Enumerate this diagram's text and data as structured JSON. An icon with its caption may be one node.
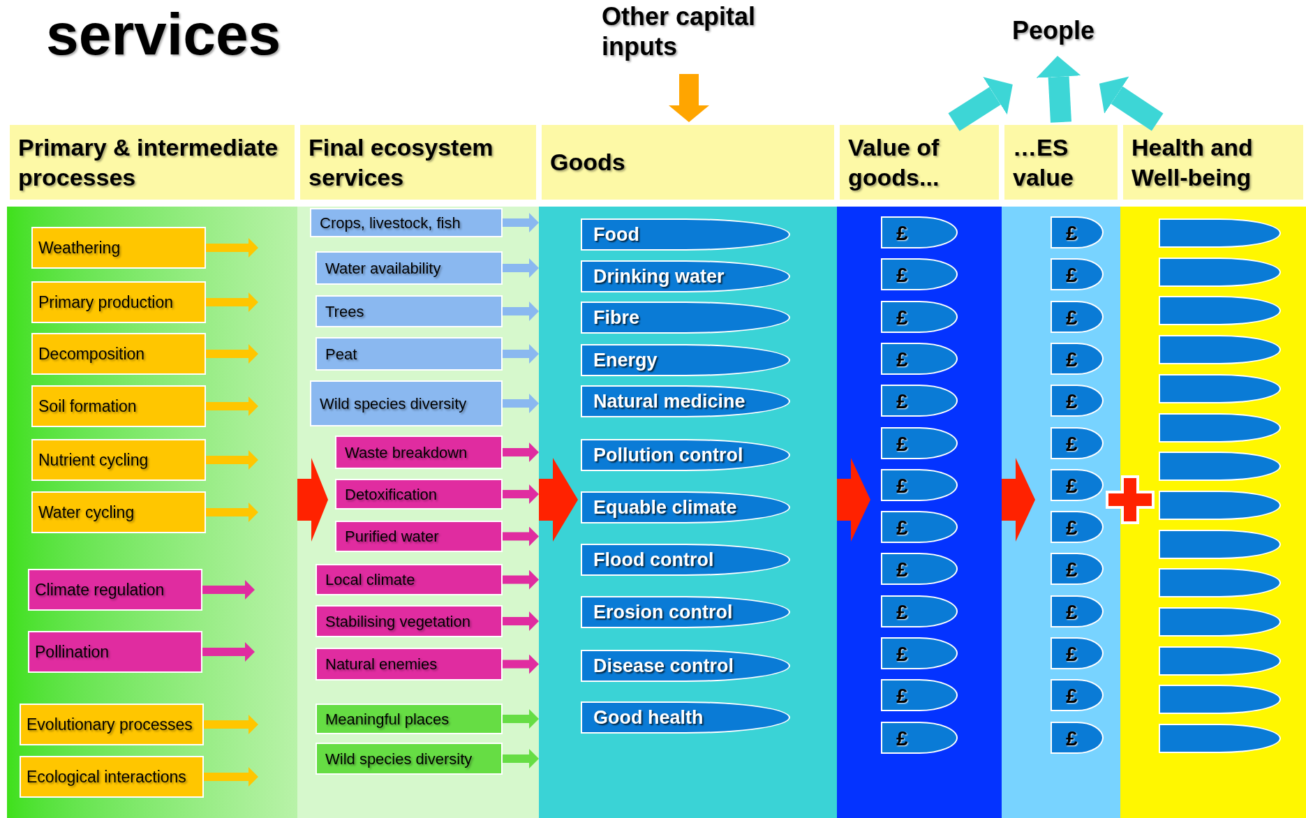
{
  "diagram": {
    "title": "services",
    "nodes": [
      {
        "text": [
          "Primary & intermediate processes"
        ]
      },
      {
        "text": [
          "Weathering"
        ],
        "in": 0
      },
      {
        "text": [
          "Primary production"
        ],
        "in": 0
      },
      {
        "text": [
          "Decomposition"
        ],
        "in": 0
      },
      {
        "text": [
          "Soil formation"
        ],
        "in": 0
      },
      {
        "text": [
          "Nutrient cycling"
        ],
        "in": 0
      },
      {
        "text": [
          "Water cycling"
        ],
        "in": 0
      },
      {
        "text": [
          "Climate regulation"
        ],
        "in": 0
      },
      {
        "text": [
          "Pollination"
        ],
        "in": 0
      },
      {
        "text": [
          "Evolutionary processes"
        ],
        "in": 0
      },
      {
        "text": [
          "Ecological interactions"
        ],
        "in": 0
      },
      {
        "text": [
          "Final ecosystem services"
        ]
      },
      {
        "text": [
          "Crops, livestock, fish"
        ],
        "in": 11
      },
      {
        "text": [
          "Water availability"
        ],
        "in": 11
      },
      {
        "text": [
          "Trees"
        ],
        "in": 11
      },
      {
        "text": [
          "Peat"
        ],
        "in": 11
      },
      {
        "text": [
          "Wild species diversity"
        ],
        "in": 11
      },
      {
        "text": [
          "Waste breakdown"
        ],
        "in": 11
      },
      {
        "text": [
          "Detoxification"
        ],
        "in": 11
      },
      {
        "text": [
          "Purified water"
        ],
        "in": 11
      },
      {
        "text": [
          "Local climate"
        ],
        "in": 11
      },
      {
        "text": [
          "Stabilising vegetation"
        ],
        "in": 11
      },
      {
        "text": [
          "Natural enemies"
        ],
        "in": 11
      },
      {
        "text": [
          "Meaningful places"
        ],
        "in": 11
      },
      {
        "text": [
          "Wild species diversity"
        ],
        "in": 11
      },
      {
        "text": [
          "Goods"
        ]
      },
      {
        "text": [
          "Food"
        ],
        "in": 25
      },
      {
        "text": [
          "Drinking water"
        ],
        "in": 25
      },
      {
        "text": [
          "Fibre"
        ],
        "in": 25
      },
      {
        "text": [
          "Energy"
        ],
        "in": 25
      },
      {
        "text": [
          "Natural medicine"
        ],
        "in": 25
      },
      {
        "text": [
          "Pollution control"
        ],
        "in": 25
      },
      {
        "text": [
          "Equable climate"
        ],
        "in": 25
      },
      {
        "text": [
          "Flood control"
        ],
        "in": 25
      },
      {
        "text": [
          "Erosion control"
        ],
        "in": 25
      },
      {
        "text": [
          "Disease control"
        ],
        "in": 25
      },
      {
        "text": [
          "Good health"
        ],
        "in": 25
      },
      {
        "text": [
          "Value of goods..."
        ]
      },
      {
        "text": [
          "£"
        ],
        "in": 37
      },
      {
        "text": [
          "£"
        ],
        "in": 37
      },
      {
        "text": [
          "£"
        ],
        "in": 37
      },
      {
        "text": [
          "£"
        ],
        "in": 37
      },
      {
        "text": [
          "£"
        ],
        "in": 37
      },
      {
        "text": [
          "£"
        ],
        "in": 37
      },
      {
        "text": [
          "£"
        ],
        "in": 37
      },
      {
        "text": [
          "£"
        ],
        "in": 37
      },
      {
        "text": [
          "£"
        ],
        "in": 37
      },
      {
        "text": [
          "£"
        ],
        "in": 37
      },
      {
        "text": [
          "£"
        ],
        "in": 37
      },
      {
        "text": [
          "£"
        ],
        "in": 37
      },
      {
        "text": [
          "£"
        ],
        "in": 37
      },
      {
        "text": [
          "…ES value"
        ]
      },
      {
        "text": [
          "£"
        ],
        "in": 51
      },
      {
        "text": [
          "£"
        ],
        "in": 51
      },
      {
        "text": [
          "£"
        ],
        "in": 51
      },
      {
        "text": [
          "£"
        ],
        "in": 51
      },
      {
        "text": [
          "£"
        ],
        "in": 51
      },
      {
        "text": [
          "£"
        ],
        "in": 51
      },
      {
        "text": [
          "£"
        ],
        "in": 51
      },
      {
        "text": [
          "£"
        ],
        "in": 51
      },
      {
        "text": [
          "£"
        ],
        "in": 51
      },
      {
        "text": [
          "£"
        ],
        "in": 51
      },
      {
        "text": [
          "£"
        ],
        "in": 51
      },
      {
        "text": [
          "£"
        ],
        "in": 51
      },
      {
        "text": [
          "£"
        ],
        "in": 51
      },
      {
        "text": [
          "Health and Well-being"
        ]
      },
      {
        "text": [],
        "shape": "box",
        "in": 65
      },
      {
        "text": [],
        "shape": "box",
        "in": 65
      },
      {
        "text": [],
        "shape": "box",
        "in": 65
      },
      {
        "text": [],
        "shape": "box",
        "in": 65
      },
      {
        "text": [],
        "shape": "box",
        "in": 65
      },
      {
        "text": [],
        "shape": "box",
        "in": 65
      },
      {
        "text": [],
        "shape": "box",
        "in": 65
      },
      {
        "text": [],
        "shape": "box",
        "in": 65
      },
      {
        "text": [],
        "shape": "box",
        "in": 65
      },
      {
        "text": [],
        "shape": "box",
        "in": 65
      },
      {
        "text": [],
        "shape": "box",
        "in": 65
      },
      {
        "text": [],
        "shape": "box",
        "in": 65
      },
      {
        "text": [],
        "shape": "box",
        "in": 65
      },
      {
        "text": [],
        "shape": "box",
        "in": 65
      },
      {
        "text": [
          "Other capital inputs"
        ]
      },
      {
        "text": [
          "People"
        ]
      }
    ],
    "edges": [
      {
        "from": 1,
        "to": null,
        "arrow": "to",
        "color": "#ffc600"
      },
      {
        "from": 2,
        "to": null,
        "arrow": "to",
        "color": "#ffc600"
      },
      {
        "from": 3,
        "to": null,
        "arrow": "to",
        "color": "#ffc600"
      },
      {
        "from": 4,
        "to": null,
        "arrow": "to",
        "color": "#ffc600"
      },
      {
        "from": 5,
        "to": null,
        "arrow": "to",
        "color": "#ffc600"
      },
      {
        "from": 6,
        "to": null,
        "arrow": "to",
        "color": "#ffc600"
      },
      {
        "from": 7,
        "to": null,
        "arrow": "to",
        "color": "#e02ca0"
      },
      {
        "from": 8,
        "to": null,
        "arrow": "to",
        "color": "#e02ca0"
      },
      {
        "from": 9,
        "to": null,
        "arrow": "to",
        "color": "#ffc600"
      },
      {
        "from": 10,
        "to": null,
        "arrow": "to",
        "color": "#ffc600"
      },
      {
        "from": 12,
        "to": 25,
        "arrow": "to",
        "color": "#8ab8f0"
      },
      {
        "from": 13,
        "to": 25,
        "arrow": "to",
        "color": "#8ab8f0"
      },
      {
        "from": 14,
        "to": 25,
        "arrow": "to",
        "color": "#8ab8f0"
      },
      {
        "from": 15,
        "to": 25,
        "arrow": "to",
        "color": "#8ab8f0"
      },
      {
        "from": 16,
        "to": 25,
        "arrow": "to",
        "color": "#8ab8f0"
      },
      {
        "from": 17,
        "to": 25,
        "arrow": "to",
        "color": "#e02ca0"
      },
      {
        "from": 18,
        "to": 25,
        "arrow": "to",
        "color": "#e02ca0"
      },
      {
        "from": 19,
        "to": 25,
        "arrow": "to",
        "color": "#e02ca0"
      },
      {
        "from": 20,
        "to": 25,
        "arrow": "to",
        "color": "#e02ca0"
      },
      {
        "from": 21,
        "to": 25,
        "arrow": "to",
        "color": "#e02ca0"
      },
      {
        "from": 22,
        "to": 25,
        "arrow": "to",
        "color": "#e02ca0"
      },
      {
        "from": 23,
        "to": 25,
        "arrow": "to",
        "color": "#66dd44"
      },
      {
        "from": 24,
        "to": 25,
        "arrow": "to",
        "color": "#66dd44"
      },
      {
        "from": 0,
        "to": 11,
        "arrow": "to",
        "style": "thick",
        "color": "#ff2200"
      },
      {
        "from": 11,
        "to": 25,
        "arrow": "to",
        "style": "thick",
        "color": "#ff2200"
      },
      {
        "from": 25,
        "to": 37,
        "arrow": "to",
        "style": "thick",
        "color": "#ff2200"
      },
      {
        "from": 37,
        "to": 51,
        "arrow": "to",
        "style": "thick",
        "color": "#ff2200"
      },
      {
        "from": 80,
        "to": 25,
        "arrow": "to",
        "style": "thick",
        "color": "#ffa500"
      },
      {
        "from": 37,
        "to": 81,
        "arrow": "to",
        "style": "thick",
        "color": "#3dd6d6"
      },
      {
        "from": 51,
        "to": 81,
        "arrow": "to",
        "style": "thick",
        "color": "#3dd6d6"
      },
      {
        "from": 65,
        "to": 81,
        "arrow": "to",
        "style": "thick",
        "color": "#3dd6d6"
      }
    ]
  }
}
